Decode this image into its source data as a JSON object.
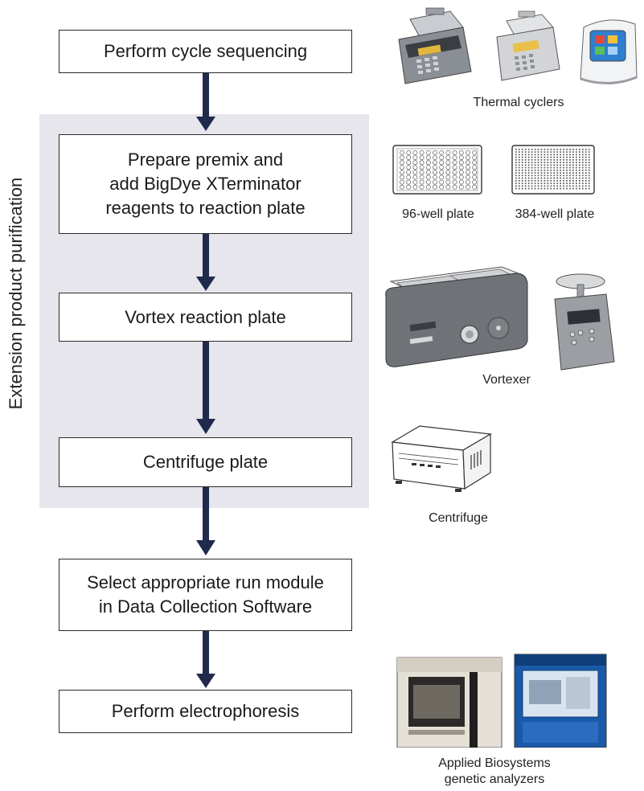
{
  "side_label": "Extension product purification",
  "steps": [
    {
      "lines": [
        "Perform cycle sequencing"
      ]
    },
    {
      "lines": [
        "Prepare premix and",
        "add BigDye  XTerminator",
        "reagents to reaction plate"
      ]
    },
    {
      "lines": [
        "Vortex reaction plate"
      ]
    },
    {
      "lines": [
        "Centrifuge plate"
      ]
    },
    {
      "lines": [
        "Select appropriate run module",
        "in Data Collection Software"
      ]
    },
    {
      "lines": [
        "Perform electrophoresis"
      ]
    }
  ],
  "captions": {
    "thermal_cyclers": "Thermal cyclers",
    "plate_96": "96-well plate",
    "plate_384": "384-well plate",
    "vortexer": "Vortexer",
    "centrifuge": "Centrifuge",
    "analyzers_line1": "Applied Biosystems",
    "analyzers_line2": "genetic analyzers"
  },
  "colors": {
    "arrow": "#1f2a4d",
    "panel": "#e6e6ec",
    "screen_blue": "#2f7fd0",
    "analyzer_blue": "#1a5aa8"
  },
  "icons": [
    "thermal-cycler-icon",
    "well-plate-icon",
    "vortexer-icon",
    "centrifuge-icon",
    "genetic-analyzer-icon"
  ]
}
